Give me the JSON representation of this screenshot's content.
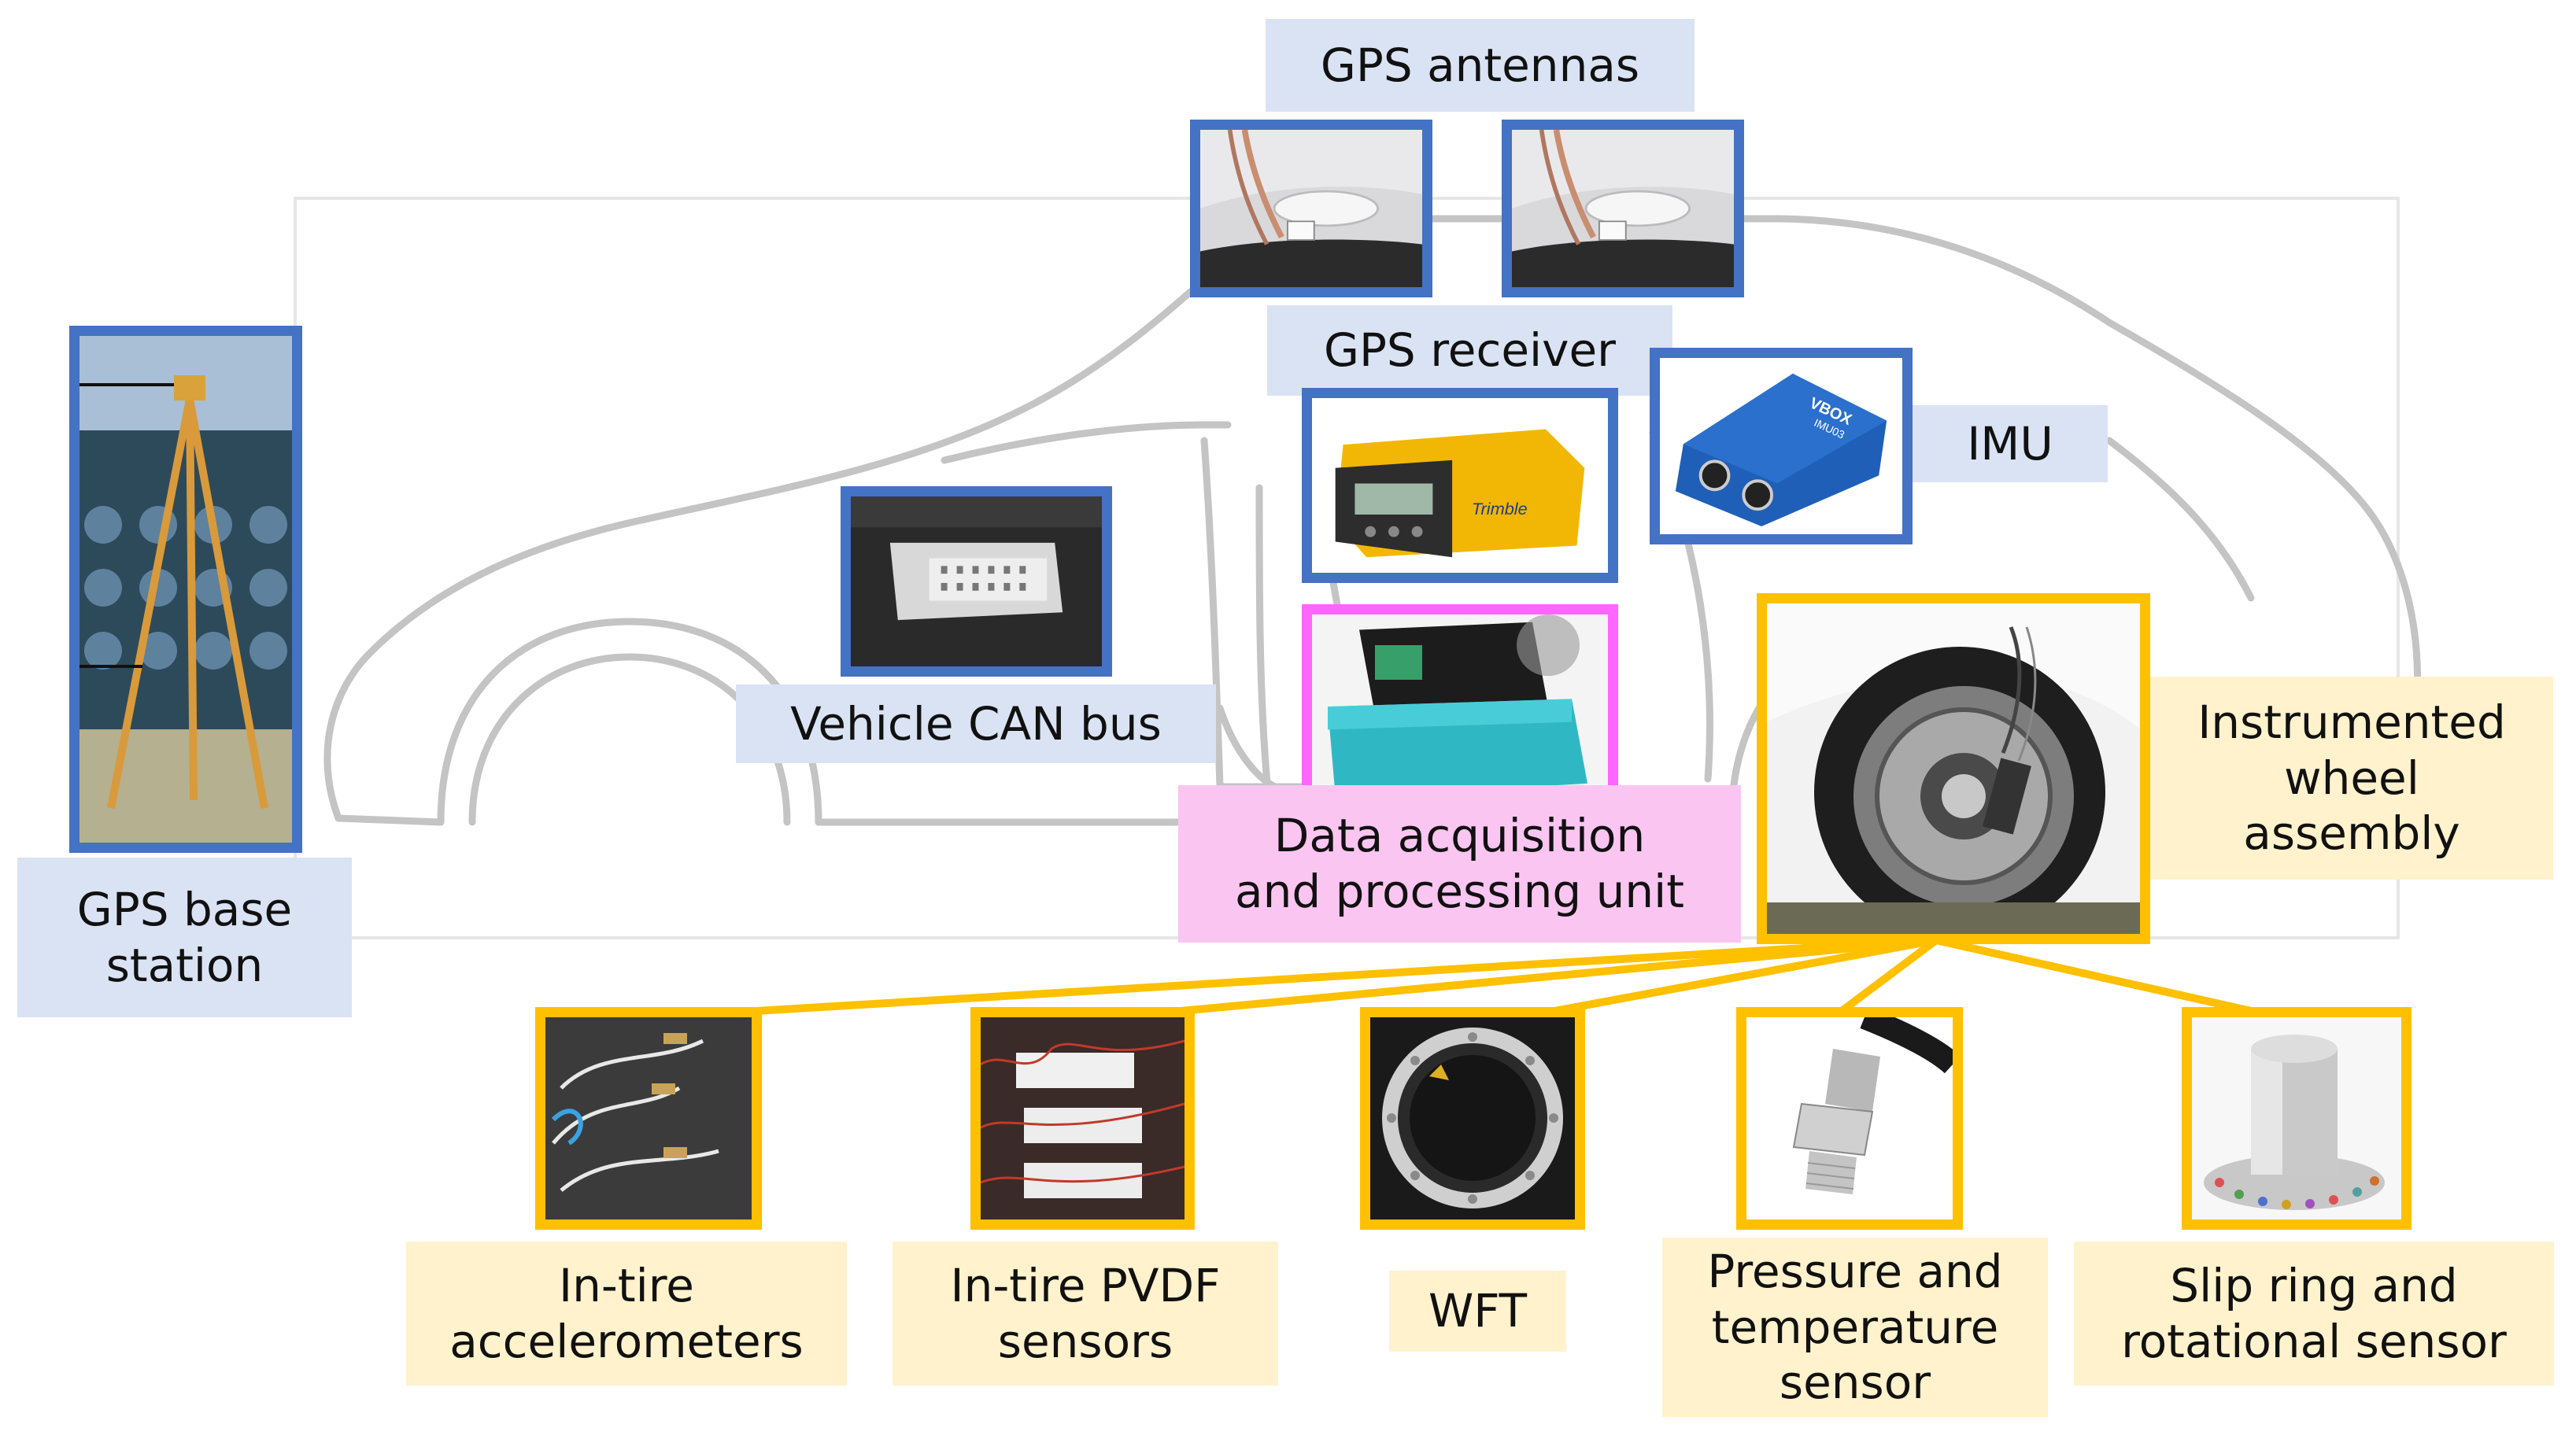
{
  "colors": {
    "blue_frame": "#4472c4",
    "blue_label": "#dae3f3",
    "yellow_frame": "#ffc000",
    "yellow_label": "#fff2cc",
    "pink_frame": "#ff66ff",
    "pink_label": "#fbc5f1",
    "car_outline": "#bfbfbf"
  },
  "labels": {
    "gps_antennas": "GPS antennas",
    "gps_receiver": "GPS receiver",
    "imu": "IMU",
    "vehicle_can_bus": "Vehicle CAN bus",
    "data_acquisition": "Data acquisition\nand processing unit",
    "instrumented_wheel": "Instrumented\nwheel\nassembly",
    "gps_base_station": "GPS base\nstation",
    "in_tire_accelerometers": "In-tire\naccelerometers",
    "in_tire_pvdf": "In-tire PVDF\nsensors",
    "wft": "WFT",
    "pressure_temperature": "Pressure and\ntemperature\nsensor",
    "slip_ring": "Slip ring and\nrotational sensor"
  },
  "photo_marks": {
    "imu_brand": "VBOX",
    "imu_model": "IMU03",
    "receiver_brand": "Trimble"
  }
}
